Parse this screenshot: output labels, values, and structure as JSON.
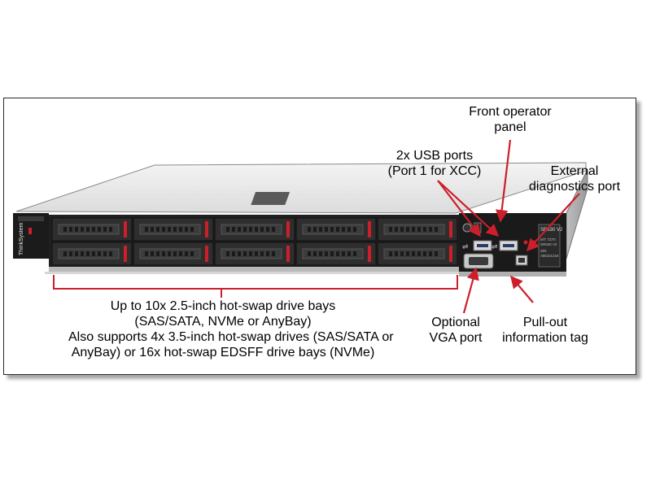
{
  "product": {
    "logo_text": "ThinkSystem",
    "model_text": "SR630 V2",
    "tag_text": [
      "MT: 7Z70",
      "SR630 V2",
      "S/N",
      "ABCD1234"
    ]
  },
  "callouts": {
    "front_panel": [
      "Front operator",
      "panel"
    ],
    "usb": [
      "2x USB ports",
      "(Port 1 for XCC)"
    ],
    "ext_diag": [
      "External",
      "diagnostics port"
    ],
    "drive_bays": [
      "Up to 10x 2.5-inch hot-swap drive bays",
      "(SAS/SATA, NVMe or AnyBay)",
      "Also supports 4x 3.5-inch hot-swap drives (SAS/SATA or",
      "AnyBay) or 16x hot-swap EDSFF drive bays (NVMe)"
    ],
    "vga": [
      "Optional",
      "VGA port"
    ],
    "pullout": [
      "Pull-out",
      "information tag"
    ]
  },
  "colors": {
    "accent_red": "#cc1f2b",
    "chassis_dark": "#1d1d1d",
    "chassis_lid": "#e9e9e9"
  }
}
